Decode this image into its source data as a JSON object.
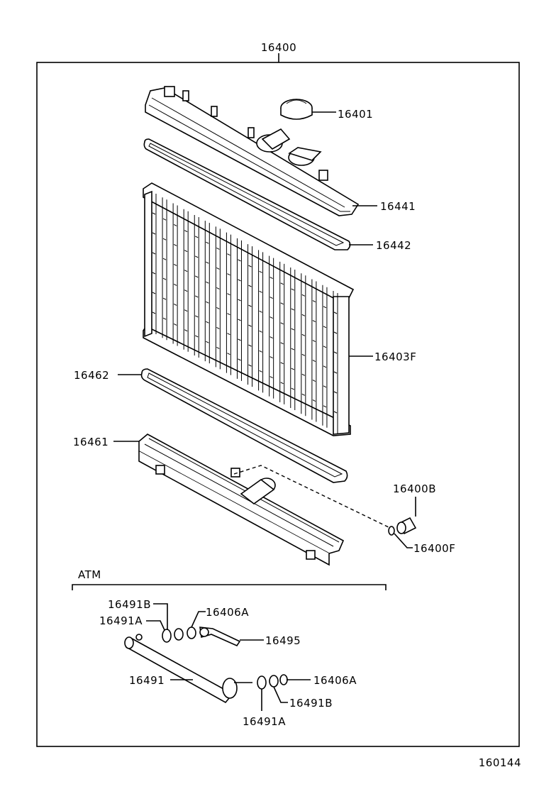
{
  "assembly_number": "16400",
  "diagram_code": "160144",
  "atm_section_label": "ATM",
  "parts": {
    "cap": "16401",
    "upper_tank": "16441",
    "upper_gasket": "16442",
    "core": "16403F",
    "lower_gasket": "16462",
    "lower_tank": "16461",
    "drain_plug": "16400B",
    "drain_oring": "16400F",
    "cooler_washer_b_top": "16491B",
    "cooler_connector_top": "16406A",
    "cooler_oring_top": "16491A",
    "cooler_hose": "16495",
    "cooler_pipe": "16491",
    "cooler_connector_bottom": "16406A",
    "cooler_washer_b_bottom": "16491B",
    "cooler_oring_bottom": "16491A"
  }
}
